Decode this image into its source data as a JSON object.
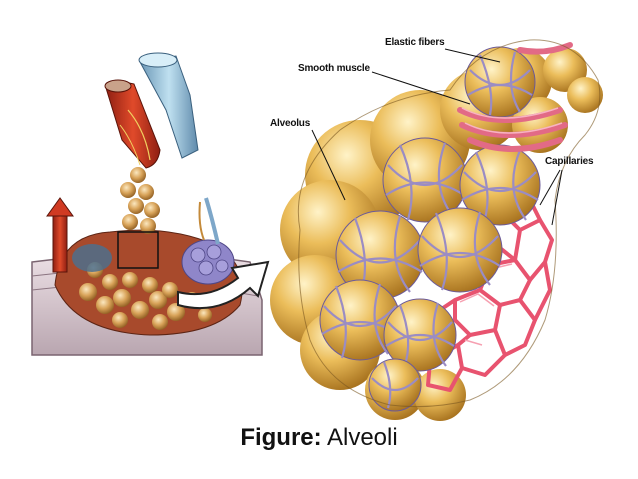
{
  "labels": {
    "elastic_fibers": "Elastic fibers",
    "smooth_muscle": "Smooth muscle",
    "alveolus": "Alveolus",
    "capillaries": "Capillaries"
  },
  "caption": {
    "prefix": "Figure:",
    "text": " Alveoli"
  },
  "colors": {
    "alveolus_fill": "#e0b04f",
    "capillary": "#e8536f",
    "artery": "#c4301c",
    "vein": "#9ec8e0",
    "fiber": "#9a8cc4",
    "pleura": "#d9c7cf"
  }
}
